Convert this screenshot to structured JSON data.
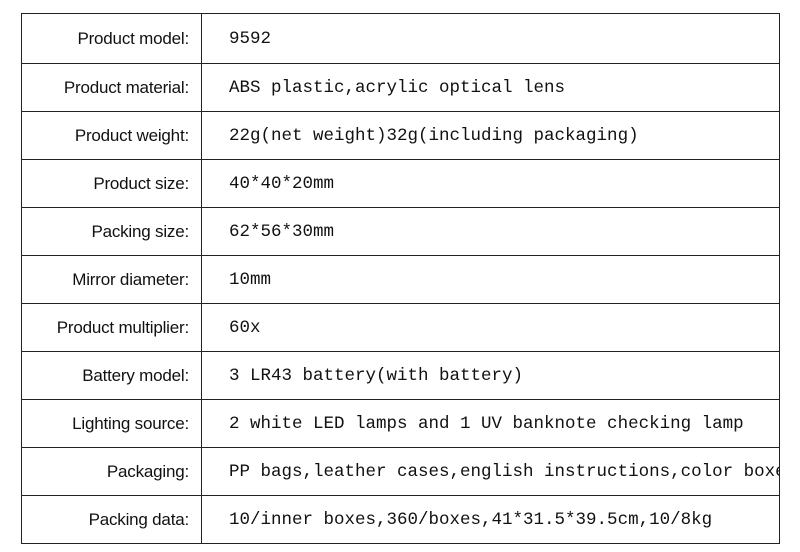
{
  "spec_table": {
    "rows": [
      {
        "label": "Product model:",
        "value": "9592"
      },
      {
        "label": "Product material:",
        "value": "ABS plastic,acrylic optical lens"
      },
      {
        "label": "Product weight:",
        "value": "22g(net weight)32g(including packaging)"
      },
      {
        "label": "Product size:",
        "value": "40*40*20mm"
      },
      {
        "label": "Packing size:",
        "value": "62*56*30mm"
      },
      {
        "label": "Mirror diameter:",
        "value": "10mm"
      },
      {
        "label": "Product multiplier:",
        "value": "60x"
      },
      {
        "label": "Battery model:",
        "value": "3 LR43 battery(with battery)"
      },
      {
        "label": "Lighting source:",
        "value": "2 white LED lamps and 1 UV banknote checking lamp"
      },
      {
        "label": "Packaging:",
        "value": "PP bags,leather cases,english instructions,color boxes"
      },
      {
        "label": "Packing data:",
        "value": "10/inner boxes,360/boxes,41*31.5*39.5cm,10/8kg"
      }
    ]
  }
}
